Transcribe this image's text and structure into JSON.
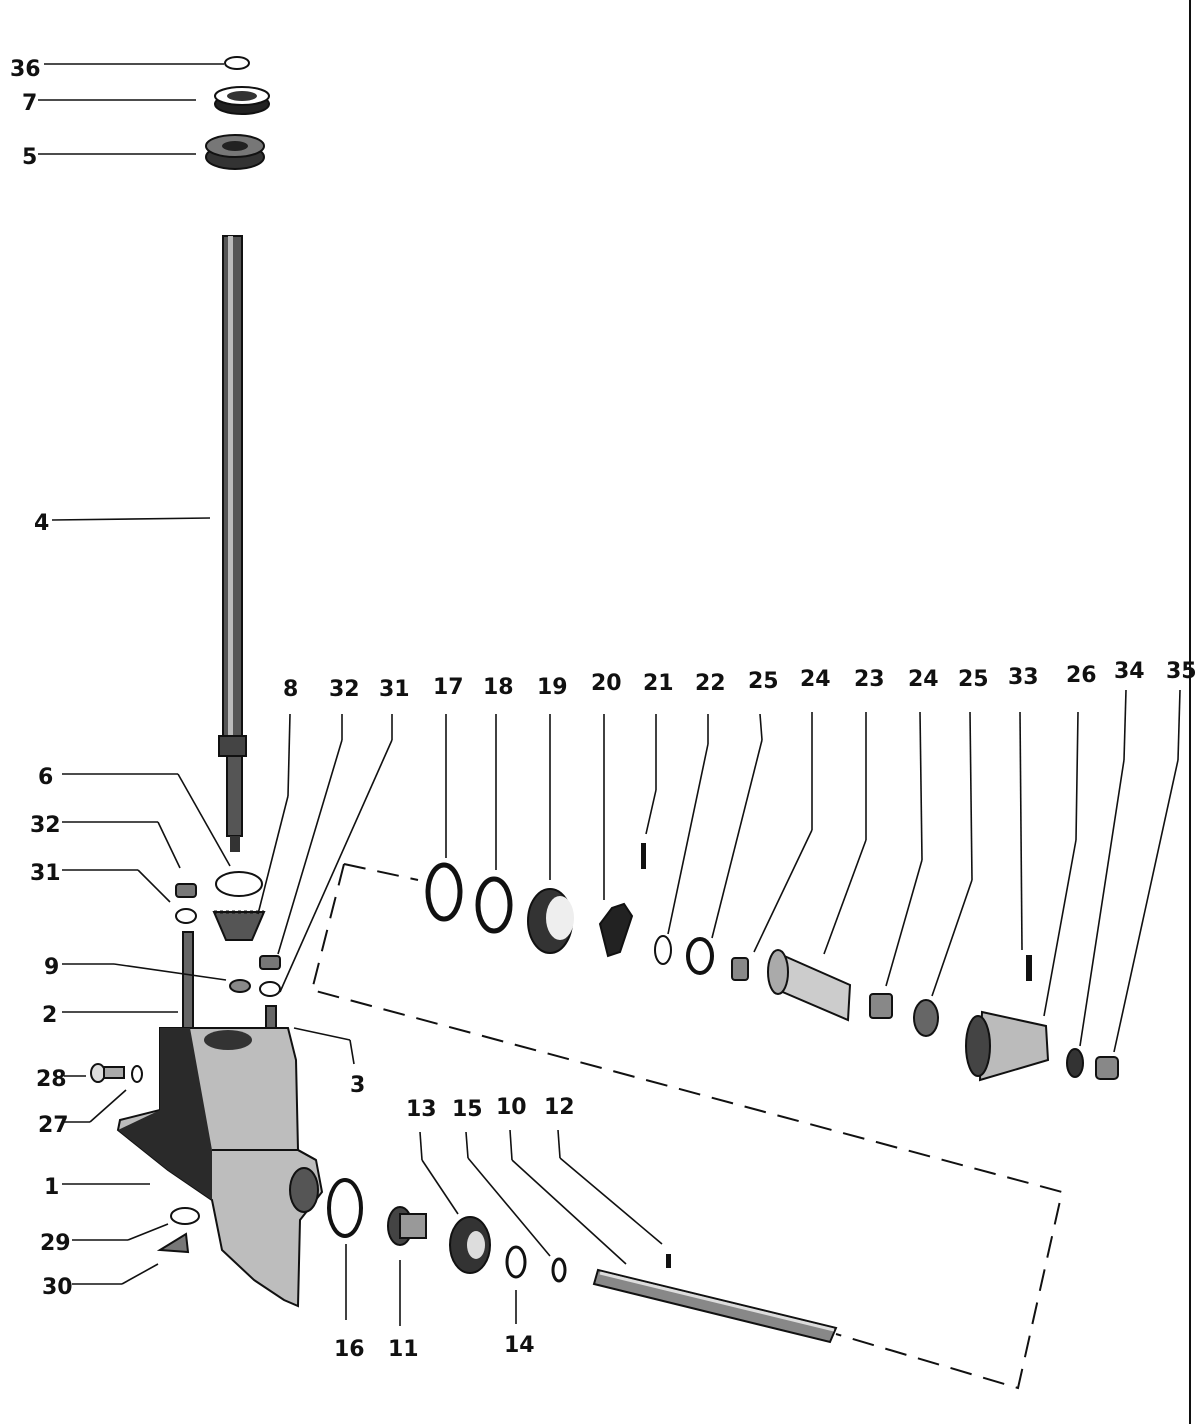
{
  "callouts": {
    "c36": "36",
    "c7": "7",
    "c5": "5",
    "c4": "4",
    "c8": "8",
    "c32a": "32",
    "c31a": "31",
    "c17": "17",
    "c18": "18",
    "c19": "19",
    "c20": "20",
    "c21": "21",
    "c22": "22",
    "c25a": "25",
    "c24a": "24",
    "c23": "23",
    "c24b": "24",
    "c25b": "25",
    "c33": "33",
    "c26": "26",
    "c34": "34",
    "c35": "35",
    "c6": "6",
    "c32b": "32",
    "c31b": "31",
    "c9": "9",
    "c2": "2",
    "c3": "3",
    "c28": "28",
    "c27": "27",
    "c1": "1",
    "c29": "29",
    "c30": "30",
    "c13": "13",
    "c15": "15",
    "c10": "10",
    "c12": "12",
    "c16": "16",
    "c11": "11",
    "c14": "14"
  },
  "colors": {
    "ink": "#111111",
    "paper": "#ffffff"
  }
}
